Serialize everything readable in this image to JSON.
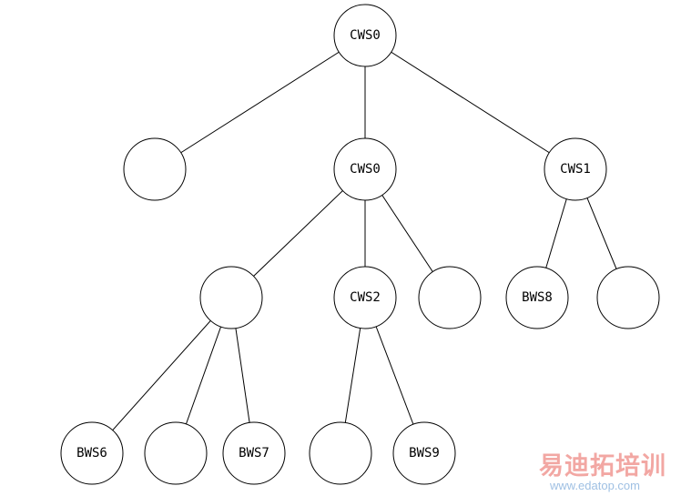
{
  "diagram": {
    "nodes": [
      {
        "id": "n0",
        "label": "CWS0"
      },
      {
        "id": "n1",
        "label": ""
      },
      {
        "id": "n2",
        "label": "CWS0"
      },
      {
        "id": "n3",
        "label": "CWS1"
      },
      {
        "id": "n4",
        "label": ""
      },
      {
        "id": "n5",
        "label": "CWS2"
      },
      {
        "id": "n6",
        "label": ""
      },
      {
        "id": "n7",
        "label": "BWS8"
      },
      {
        "id": "n8",
        "label": ""
      },
      {
        "id": "n9",
        "label": "BWS6"
      },
      {
        "id": "n10",
        "label": ""
      },
      {
        "id": "n11",
        "label": "BWS7"
      },
      {
        "id": "n12",
        "label": ""
      },
      {
        "id": "n13",
        "label": "BWS9"
      }
    ],
    "edges": [
      [
        "n0",
        "n1"
      ],
      [
        "n0",
        "n2"
      ],
      [
        "n0",
        "n3"
      ],
      [
        "n2",
        "n4"
      ],
      [
        "n2",
        "n5"
      ],
      [
        "n2",
        "n6"
      ],
      [
        "n3",
        "n7"
      ],
      [
        "n3",
        "n8"
      ],
      [
        "n4",
        "n9"
      ],
      [
        "n4",
        "n10"
      ],
      [
        "n4",
        "n11"
      ],
      [
        "n5",
        "n12"
      ],
      [
        "n5",
        "n13"
      ]
    ]
  },
  "watermark": {
    "text_cn": "易迪拓培训",
    "url": "www.edatop.com",
    "colors": {
      "text_cn": "#f2a7a3",
      "url": "#9fc0e3"
    }
  }
}
